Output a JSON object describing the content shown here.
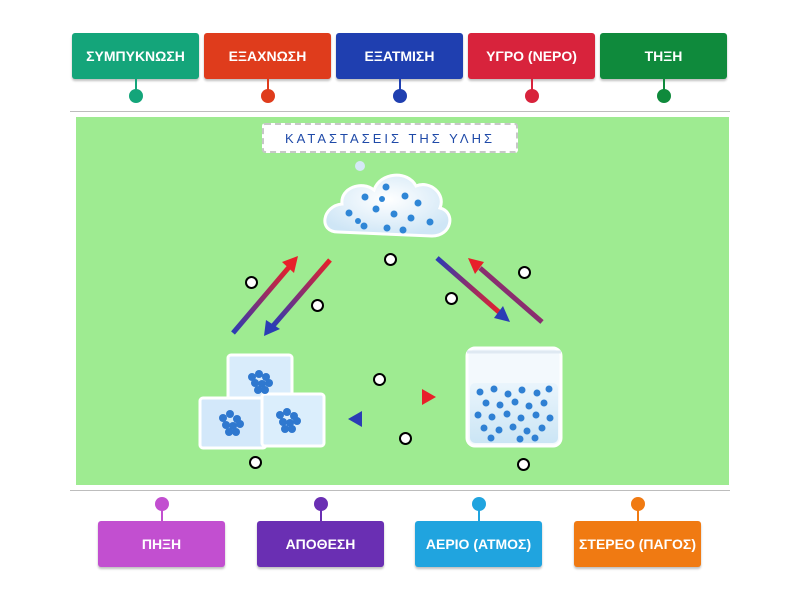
{
  "top_labels": [
    {
      "text": "ΣΥΜΠΥΚΝΩΣΗ",
      "color": "#14a57a"
    },
    {
      "text": "ΕΞΑΧΝΩΣΗ",
      "color": "#df3c1c"
    },
    {
      "text": "ΕΞΑΤΜΙΣΗ",
      "color": "#1f3fb0"
    },
    {
      "text": "ΥΓΡΟ (ΝΕΡΟ)",
      "color": "#d8233c"
    },
    {
      "text": "ΤΗΞΗ",
      "color": "#0f8a3c"
    }
  ],
  "bottom_labels": [
    {
      "text": "ΠΗΞΗ",
      "color": "#c24fd0"
    },
    {
      "text": "ΑΠΟΘΕΣΗ",
      "color": "#6a2fb3"
    },
    {
      "text": "ΑΕΡΙΟ (ΑΤΜΟΣ)",
      "color": "#20a4df"
    },
    {
      "text": "ΣΤΕΡΕΟ (ΠΑΓΟΣ)",
      "color": "#f07a12"
    }
  ],
  "diagram": {
    "title": "ΚΑΤΑΣΤΑΣΕΙΣ ΤΗΣ ΥΛΗΣ",
    "background": "#9eeb91",
    "illustrations": [
      "cloud-gas",
      "ice-cubes-solid",
      "beaker-liquid"
    ],
    "arrow_colors": {
      "red": "#e1222a",
      "blue": "#1d3fb8"
    },
    "drop_zone_count": 9
  }
}
